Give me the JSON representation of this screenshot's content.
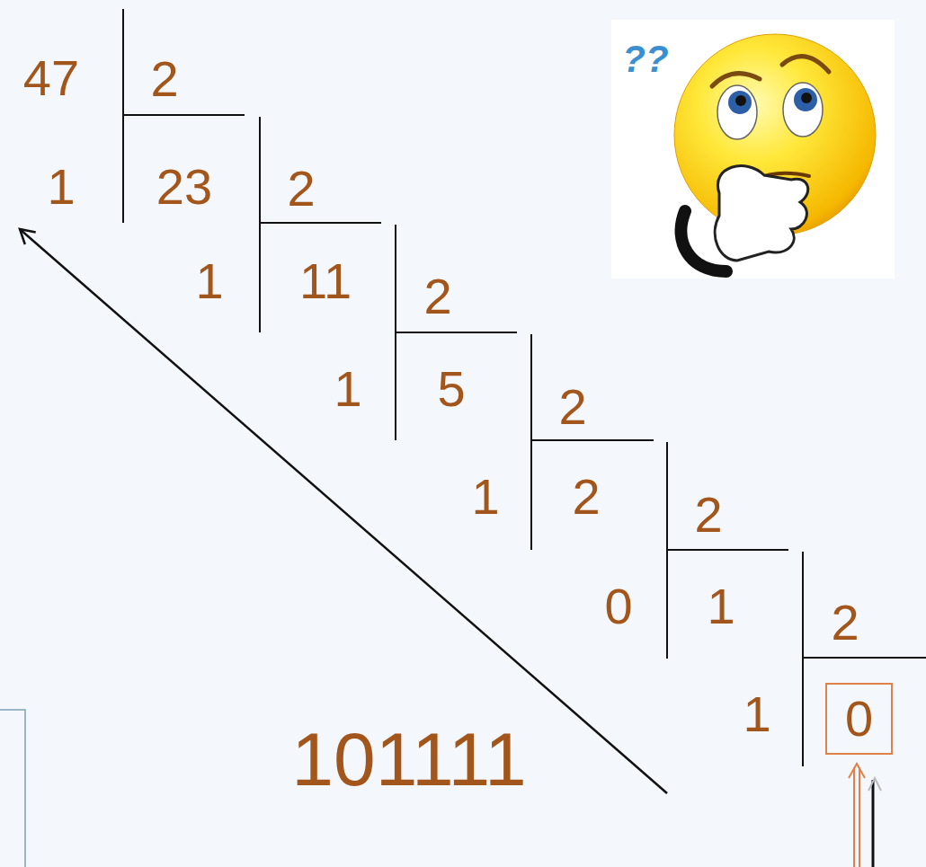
{
  "diagram": {
    "nodes": [
      {
        "text": [
          "0"
        ]
      }
    ],
    "labels": [
      "47",
      "2",
      "1",
      "23",
      "2",
      "1",
      "11",
      "2",
      "1",
      "5",
      "2",
      "1",
      "2",
      "2",
      "0",
      "1",
      "2",
      "1",
      "101111",
      "??"
    ]
  }
}
